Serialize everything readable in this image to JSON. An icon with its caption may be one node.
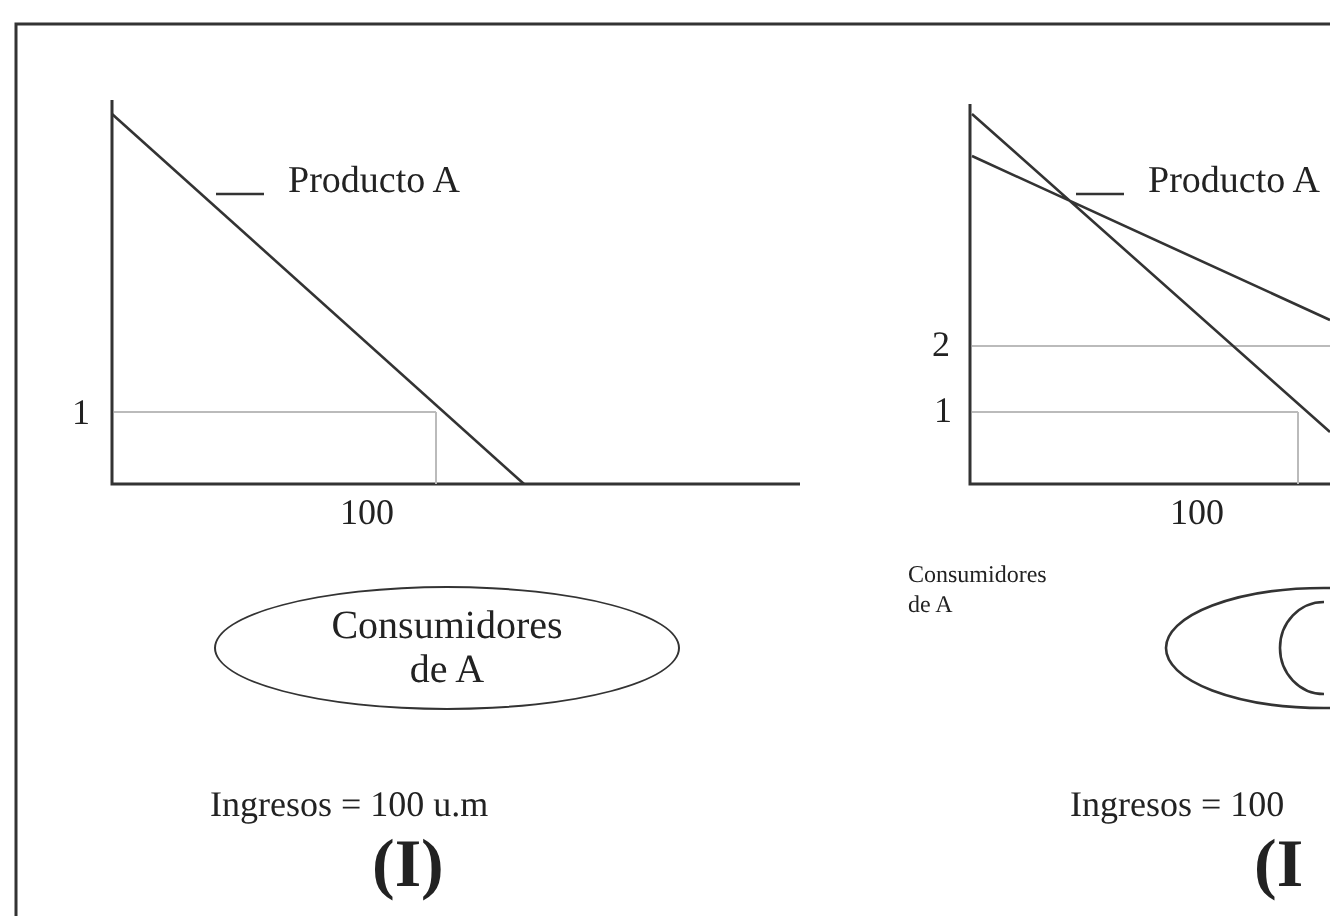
{
  "diagram": {
    "nodes": [
      {
        "text": [
          "Producto A"
        ]
      },
      {
        "text": [
          "Consumidores de A"
        ]
      },
      {
        "text": [
          "Producto A"
        ]
      },
      {
        "text": [],
        "shape": "ellipse"
      }
    ],
    "edges": [
      {
        "from": 0,
        "to": null,
        "arrow": "none"
      },
      {
        "from": 2,
        "to": null,
        "arrow": "none"
      }
    ],
    "labels": [
      "1",
      "100",
      "Ingresos = 100 u.m",
      "(I)",
      "2",
      "1",
      "100",
      "Consumidores de A",
      "Ingresos = 100",
      "(I"
    ]
  }
}
